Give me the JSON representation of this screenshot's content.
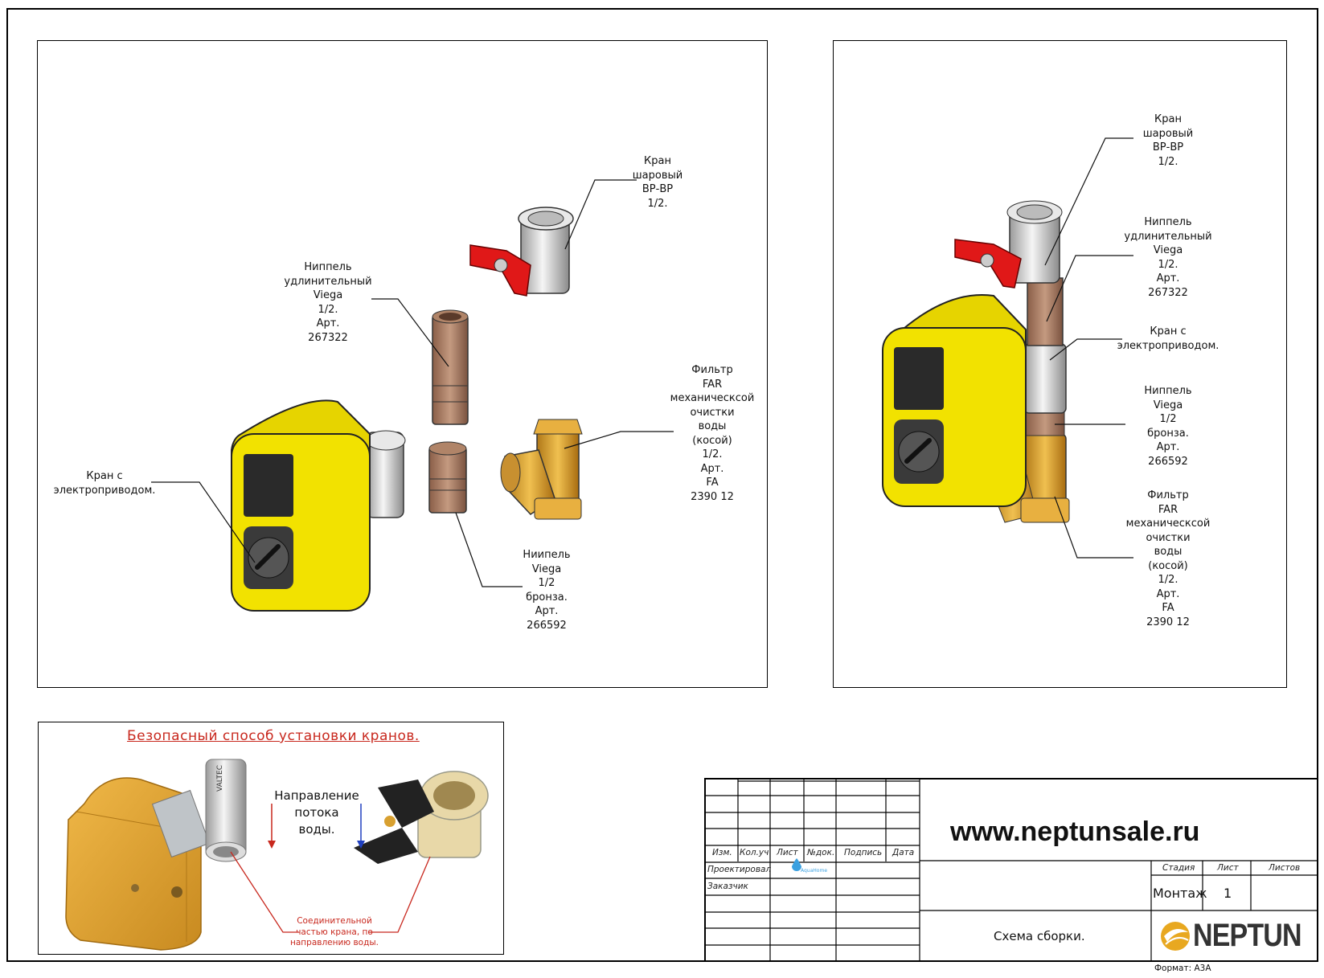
{
  "labels_left": {
    "kran_sharovy": [
      "Кран",
      "шаровый",
      "ВР-ВР",
      "1/2."
    ],
    "nippel_udl": [
      "Ниппель",
      "удлинительный",
      "Viega",
      "1/2.",
      "Арт.",
      "267322"
    ],
    "filtr": [
      "Фильтр",
      "FAR",
      "механическcой",
      "очистки",
      "воды",
      "(косой)",
      "1/2.",
      "Арт.",
      "FA",
      "2390 12"
    ],
    "kran_elektro": [
      "Кран с",
      "электроприводом."
    ],
    "nippel_bronza": [
      "Ниипель",
      "Viega",
      "1/2",
      "бронза.",
      "Арт.",
      "266592"
    ]
  },
  "labels_right": {
    "kran_sharovy": [
      "Кран",
      "шаровый",
      "ВР-ВР",
      "1/2."
    ],
    "nippel_udl": [
      "Ниппель",
      "удлинительный",
      "Viega",
      "1/2.",
      "Арт.",
      "267322"
    ],
    "kran_elektro": [
      "Кран с",
      "электроприводом."
    ],
    "nippel_bronza": [
      "Ниппель",
      "Viega",
      "1/2",
      "бронза.",
      "Арт.",
      "266592"
    ],
    "filtr": [
      "Фильтр",
      "FAR",
      "механическcой",
      "очистки",
      "воды",
      "(косой)",
      "1/2.",
      "Арт.",
      "FA",
      "2390 12"
    ]
  },
  "inset": {
    "title": "Безопасный способ установки кранов.",
    "flow_text": [
      "Направление",
      "потока",
      "воды."
    ],
    "note": [
      "Соединительной",
      "частью крана, по",
      "направлению воды."
    ],
    "valve_marking": "VALTEC"
  },
  "title_block": {
    "website": "www.neptunsale.ru",
    "headers": {
      "izm": "Изм.",
      "kol": "Кол.уч",
      "list": "Лист",
      "ndok": "№док.",
      "podpis": "Подпись",
      "data": "Дата"
    },
    "rows": {
      "proekt": "Проектировал",
      "zakazchik": "Заказчик"
    },
    "logo_small": "AquaHome",
    "stage_headers": {
      "stadiya": "Стадия",
      "list": "Лист",
      "listov": "Листов"
    },
    "stage_values": {
      "stadiya": "Монтаж",
      "list": "1",
      "listov": ""
    },
    "doc_title": "Схема сборки.",
    "brand": "NEPTUN",
    "format": "Формат: А3А"
  },
  "colors": {
    "yellow": "#f2e200",
    "brass": "#d9a030",
    "copper": "#a87a60",
    "red_handle": "#e01818",
    "accent_red": "#c8281e"
  }
}
